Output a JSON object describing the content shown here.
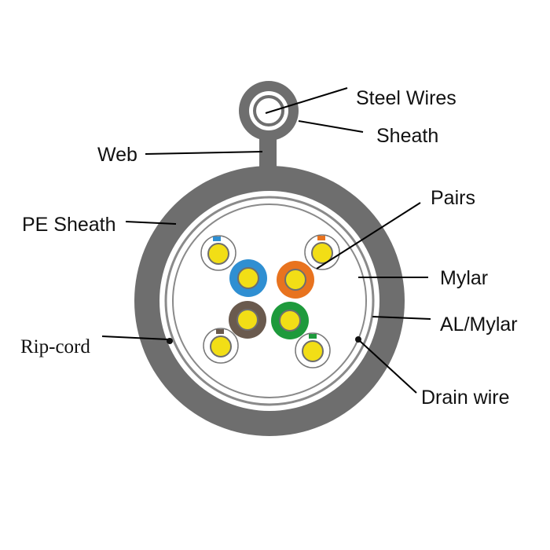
{
  "labels": {
    "steel_wires": "Steel Wires",
    "sheath": "Sheath",
    "web": "Web",
    "pe_sheath": "PE Sheath",
    "pairs": "Pairs",
    "mylar": "Mylar",
    "al_mylar": "AL/Mylar",
    "rip_cord": "Rip-cord",
    "drain_wire": "Drain wire"
  },
  "colors": {
    "outer_sheath": "#6e6e6e",
    "inner_fill": "#ffffff",
    "conductor": "#f2de16",
    "pair_blue": "#2f8fd2",
    "pair_orange": "#e8731f",
    "pair_brown": "#6a5a4e",
    "pair_green": "#1e9a3c",
    "stripe_blue": "#2f8fd2",
    "stripe_orange": "#e8731f",
    "stripe_brown": "#6a5a4e",
    "stripe_green": "#1e9a3c"
  }
}
